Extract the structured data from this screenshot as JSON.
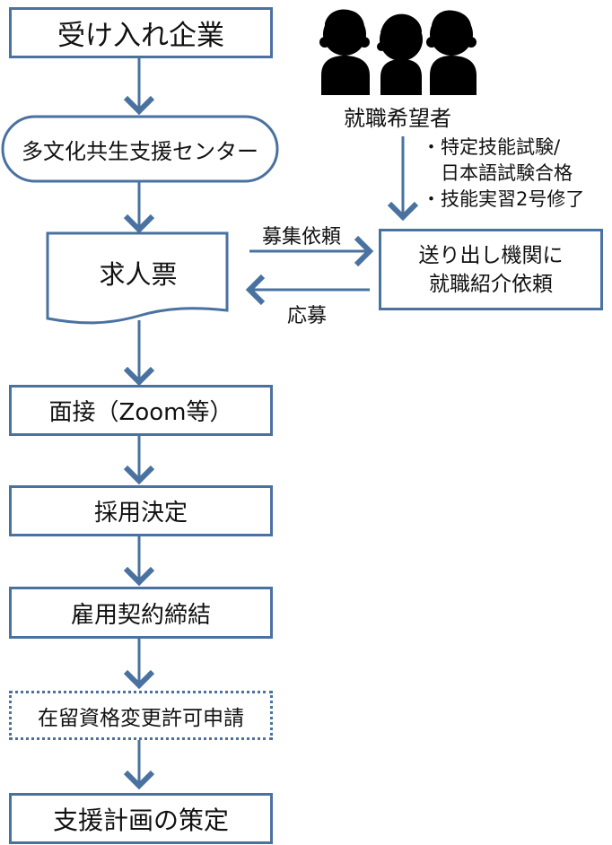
{
  "flow": {
    "company": "受け入れ企業",
    "center": "多文化共生支援センター",
    "job_offer": "求人票",
    "interview": "面接（Zoom等）",
    "hiring_decision": "採用決定",
    "employment_contract": "雇用契約締結",
    "visa_application": "在留資格変更許可申請",
    "support_plan": "支援計画の策定"
  },
  "applicants": {
    "label": "就職希望者",
    "icon": "people-silhouette-icon",
    "conditions": [
      "・特定技能試験/",
      "　日本語試験合格",
      "・技能実習2号修了"
    ]
  },
  "sending_agency": {
    "line1": "送り出し機関に",
    "line2": "就職紹介依頼"
  },
  "arrows": {
    "recruit_request": "募集依頼",
    "application": "応募"
  },
  "colors": {
    "stroke": "#4a72a0",
    "text": "#111111"
  }
}
